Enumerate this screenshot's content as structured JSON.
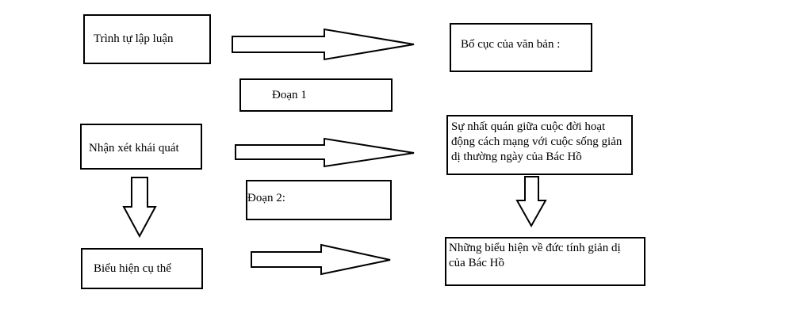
{
  "boxes": {
    "trinh_tu": "Trình tự lập luận",
    "bo_cuc": "Bố cục của văn bản :",
    "doan1": "Đoạn 1",
    "nhan_xet": "Nhận xét khái quát",
    "su_nhat_quan": "Sự nhất quán giữa cuộc đời hoạt động cách mạng với cuộc sống giản dị thường ngày của Bác Hồ",
    "doan2": "Đoạn 2:",
    "bieu_hien": "Biểu hiện cụ thể",
    "nhung_bieu_hien": "Những biểu hiện về đức tính giản dị của Bác Hồ"
  }
}
